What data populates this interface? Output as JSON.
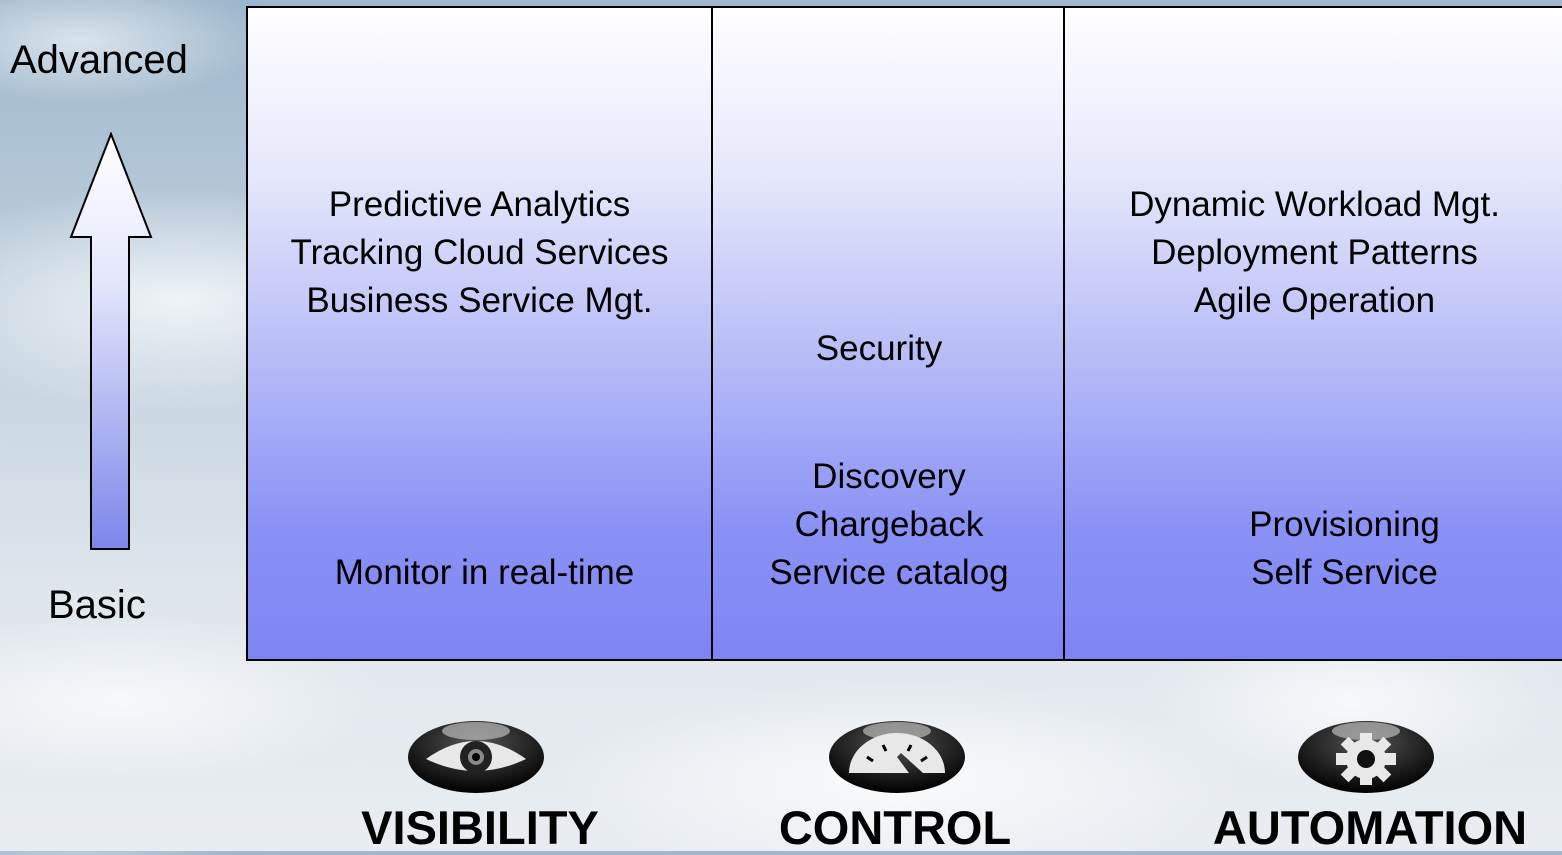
{
  "axis": {
    "top_label": "Advanced",
    "bottom_label": "Basic"
  },
  "columns": [
    {
      "advanced": [
        "Predictive Analytics",
        "Tracking Cloud Services",
        "Business Service Mgt."
      ],
      "basic": [
        "Monitor in real-time"
      ]
    },
    {
      "advanced": [
        "Security"
      ],
      "basic": [
        "Discovery",
        "Chargeback",
        "Service catalog"
      ]
    },
    {
      "advanced": [
        "Dynamic Workload Mgt.",
        "Deployment Patterns",
        "Agile Operation"
      ],
      "basic": [
        "Provisioning",
        "Self Service"
      ]
    }
  ],
  "pillars": [
    {
      "label": "VISIBILITY",
      "icon": "eye-icon"
    },
    {
      "label": "CONTROL",
      "icon": "gauge-icon"
    },
    {
      "label": "AUTOMATION",
      "icon": "gear-icon"
    }
  ],
  "colors": {
    "cell_top": "#ffffff",
    "cell_bottom": "#7d85f4",
    "arrow_bottom": "#7c86ea"
  }
}
